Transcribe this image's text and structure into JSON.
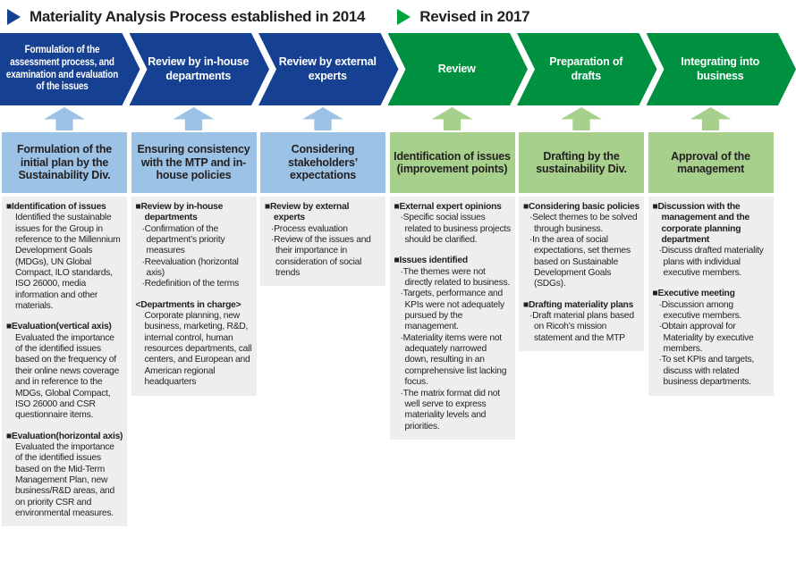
{
  "colors": {
    "established": "#164193",
    "revised": "#009140",
    "established_light": "#9cc3e5",
    "revised_light": "#a8d08d",
    "legend_arrow_blue": "#164193",
    "legend_arrow_green": "#00a43f",
    "panel_background": "#eeeeee",
    "text": "#231f20"
  },
  "legend": [
    {
      "label": "Materiality Analysis Process established in 2014"
    },
    {
      "label": "Revised in 2017"
    }
  ],
  "columns": [
    {
      "phase": "established",
      "chevron": "Formulation of the assessment process, and examination and evaluation of the issues",
      "header": "Formulation of the initial plan by the Sustainability Div.",
      "sections": [
        {
          "marker": "square",
          "title": "Identification of issues",
          "items": [
            {
              "type": "para",
              "text": "Identified the sustainable issues for the Group in reference to the Millennium Development Goals (MDGs), UN Global Compact, ILO standards, ISO 26000, media information and other materials."
            }
          ]
        },
        {
          "marker": "square",
          "title": "Evaluation(vertical axis)",
          "items": [
            {
              "type": "para",
              "text": "Evaluated the importance of the identified issues based on the frequency of their online news coverage and in reference to the MDGs, Global Compact, ISO 26000 and CSR questionnaire items."
            }
          ]
        },
        {
          "marker": "square",
          "title": "Evaluation(horizontal axis)",
          "items": [
            {
              "type": "para",
              "text": "Evaluated the importance of the identified issues based on the Mid-Term Management Plan, new business/R&D areas, and on priority CSR and environmental measures."
            }
          ]
        }
      ]
    },
    {
      "phase": "established",
      "chevron": "Review by in-house departments",
      "header": "Ensuring consistency with the MTP and in-house policies",
      "sections": [
        {
          "marker": "square",
          "title": "Review by in-house departments",
          "items": [
            {
              "type": "bullet",
              "text": "Confirmation of the department’s priority measures"
            },
            {
              "type": "bullet",
              "text": "Reevaluation (horizontal axis)"
            },
            {
              "type": "bullet",
              "text": "Redefinition of the terms"
            }
          ]
        },
        {
          "marker": "none",
          "title": "<Departments in charge>",
          "items": [
            {
              "type": "para",
              "text": "Corporate planning, new business, marketing, R&D, internal control, human resources departments, call centers, and European and American regional headquarters"
            }
          ]
        }
      ]
    },
    {
      "phase": "established",
      "chevron": "Review by external experts",
      "header": "Considering stakeholders’ expectations",
      "sections": [
        {
          "marker": "square",
          "title": "Review by external experts",
          "items": [
            {
              "type": "bullet",
              "text": "Process evaluation"
            },
            {
              "type": "bullet",
              "text": "Review of the issues and their importance in consideration of social trends"
            }
          ]
        }
      ]
    },
    {
      "phase": "revised",
      "chevron": "Review",
      "header": "Identification of issues (improvement points)",
      "sections": [
        {
          "marker": "square",
          "title": "External expert opinions",
          "items": [
            {
              "type": "bullet",
              "text": "Specific social issues related to business projects should be clarified."
            }
          ]
        },
        {
          "marker": "square",
          "title": "Issues identified",
          "items": [
            {
              "type": "bullet",
              "text": "The themes were not directly related to business."
            },
            {
              "type": "bullet",
              "text": "Targets, performance and KPIs were not adequately pursued by the management."
            },
            {
              "type": "bullet",
              "text": "Materiality items were not adequately narrowed down, resulting in an comprehensive list lacking focus."
            },
            {
              "type": "bullet",
              "text": "The matrix format did not well serve to express materiality levels and priorities."
            }
          ]
        }
      ]
    },
    {
      "phase": "revised",
      "chevron": "Preparation of drafts",
      "header": "Drafting by the sustainability Div.",
      "sections": [
        {
          "marker": "square",
          "title": "Considering basic policies",
          "items": [
            {
              "type": "bullet",
              "text": "Select themes to be solved through business."
            },
            {
              "type": "bullet",
              "text": "In the area of social expectations, set themes based on Sustainable Development Goals (SDGs)."
            }
          ]
        },
        {
          "marker": "square",
          "title": "Drafting materiality plans",
          "items": [
            {
              "type": "bullet",
              "text": "Draft material plans based on Ricoh’s mission statement and the MTP"
            }
          ]
        }
      ]
    },
    {
      "phase": "revised",
      "chevron": "Integrating into business",
      "header": "Approval of the management",
      "sections": [
        {
          "marker": "square",
          "title": "Discussion with the management and the corporate planning department",
          "items": [
            {
              "type": "bullet",
              "text": "Discuss drafted materiality plans with individual executive members."
            }
          ]
        },
        {
          "marker": "square",
          "title": "Executive meeting",
          "items": [
            {
              "type": "bullet",
              "text": "Discussion among executive members."
            },
            {
              "type": "bullet",
              "text": "Obtain approval for Materiality by executive members."
            },
            {
              "type": "bullet",
              "text": "To set KPIs and targets, discuss with related business departments."
            }
          ]
        }
      ]
    }
  ]
}
